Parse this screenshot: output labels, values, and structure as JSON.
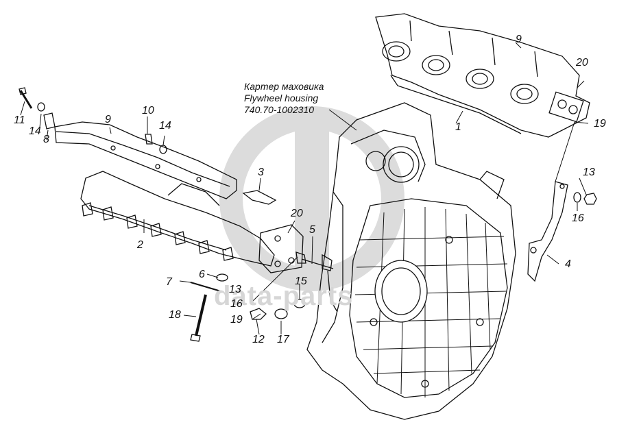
{
  "caption": {
    "line1": "Картер маховика",
    "line2": "Flywheel housing",
    "line3": "740.70-1002310"
  },
  "watermark": "data-parts",
  "callouts": [
    {
      "id": "c1",
      "text": "1"
    },
    {
      "id": "c2",
      "text": "2"
    },
    {
      "id": "c3",
      "text": "3"
    },
    {
      "id": "c4",
      "text": "4"
    },
    {
      "id": "c5",
      "text": "5"
    },
    {
      "id": "c6",
      "text": "6"
    },
    {
      "id": "c7",
      "text": "7"
    },
    {
      "id": "c8",
      "text": "8"
    },
    {
      "id": "c9a",
      "text": "9"
    },
    {
      "id": "c9b",
      "text": "9"
    },
    {
      "id": "c10",
      "text": "10"
    },
    {
      "id": "c11",
      "text": "11"
    },
    {
      "id": "c12",
      "text": "12"
    },
    {
      "id": "c13a",
      "text": "13"
    },
    {
      "id": "c13b",
      "text": "13"
    },
    {
      "id": "c14a",
      "text": "14"
    },
    {
      "id": "c14b",
      "text": "14"
    },
    {
      "id": "c15",
      "text": "15"
    },
    {
      "id": "c16a",
      "text": "16"
    },
    {
      "id": "c16b",
      "text": "16"
    },
    {
      "id": "c17",
      "text": "17"
    },
    {
      "id": "c18",
      "text": "18"
    },
    {
      "id": "c19a",
      "text": "19"
    },
    {
      "id": "c19b",
      "text": "19"
    },
    {
      "id": "c20a",
      "text": "20"
    },
    {
      "id": "c20b",
      "text": "20"
    }
  ]
}
